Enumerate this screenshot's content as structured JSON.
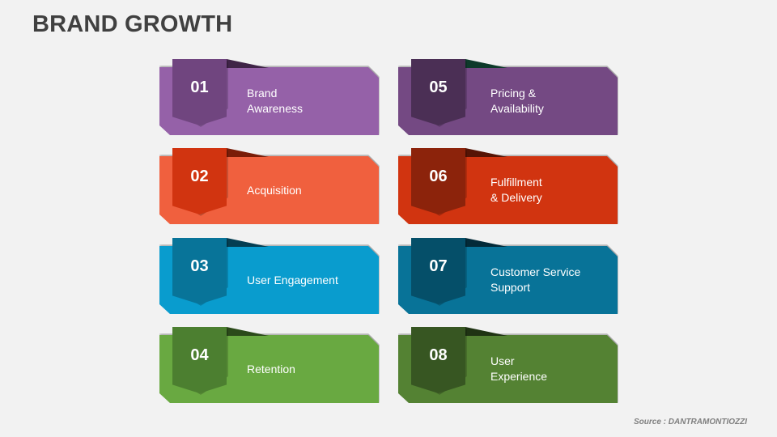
{
  "title": "BRAND GROWTH",
  "source": "Source : DANTRAMONTIOZZI",
  "cards": [
    {
      "number": "01",
      "line1": "Brand",
      "line2": "Awareness",
      "body_color": "#9561a8",
      "badge_color": "#70457f",
      "fold_color": "#3f2447"
    },
    {
      "number": "02",
      "line1": "Acquisition",
      "line2": "",
      "body_color": "#f0603e",
      "badge_color": "#d13410",
      "fold_color": "#7a1d08"
    },
    {
      "number": "03",
      "line1": "User Engagement",
      "line2": "",
      "body_color": "#099cce",
      "badge_color": "#087499",
      "fold_color": "#043e52"
    },
    {
      "number": "04",
      "line1": "Retention",
      "line2": "",
      "body_color": "#69a941",
      "badge_color": "#4c7f30",
      "fold_color": "#2b4a1a"
    },
    {
      "number": "05",
      "line1": "Pricing &",
      "line2": "Availability",
      "body_color": "#744983",
      "badge_color": "#4b2f55",
      "fold_color": "#0d3a2a"
    },
    {
      "number": "06",
      "line1": "Fulfillment",
      "line2": "& Delivery",
      "body_color": "#d13410",
      "badge_color": "#8c230b",
      "fold_color": "#561405"
    },
    {
      "number": "07",
      "line1": "Customer Service",
      "line2": "Support",
      "body_color": "#087398",
      "badge_color": "#054f69",
      "fold_color": "#032a38"
    },
    {
      "number": "08",
      "line1": "User",
      "line2": "Experience",
      "body_color": "#548233",
      "badge_color": "#375622",
      "fold_color": "#1f3313"
    }
  ]
}
